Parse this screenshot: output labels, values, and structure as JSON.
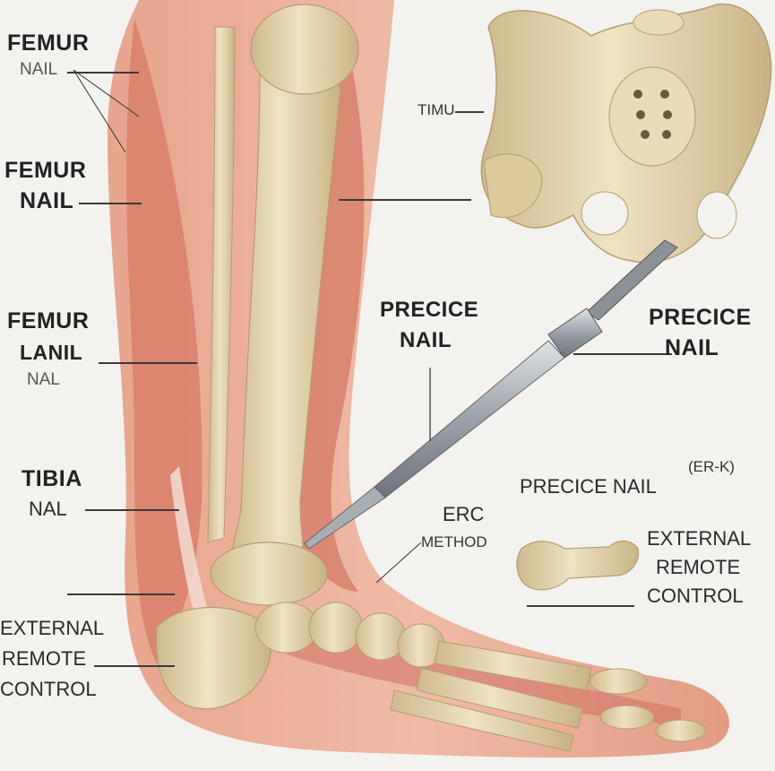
{
  "labels": {
    "femur_nail_1": {
      "line1": "FEMUR",
      "line2": "NAIL"
    },
    "femur_nail_2": {
      "line1": "FEMUR",
      "line2": "NAIL"
    },
    "femur_lanil": {
      "line1": "FEMUR",
      "line2": "LANIL",
      "line3": "NAL"
    },
    "tibia_nal": {
      "line1": "TIBIA",
      "line2": "NAL"
    },
    "external_left": {
      "line1": "EXTERNAL",
      "line2": "REMOTE",
      "line3": "CONTROL"
    },
    "timu": "TIMU",
    "precice_left": {
      "line1": "PRECICE",
      "line2": "NAIL"
    },
    "precice_right": {
      "line1": "PRECICE",
      "line2": "NAIL"
    },
    "precice_erk": {
      "text": "PRECICE NAIL",
      "suffix": "(ER-K)"
    },
    "erc_method": {
      "line1": "ERC",
      "line2": "METHOD"
    },
    "external_right": {
      "line1": "EXTERNAL",
      "line2": "REMOTE",
      "line3": "CONTROL"
    }
  },
  "colors": {
    "background": "#f4f2ee",
    "skin": "#e9a88f",
    "muscle": "#d9806c",
    "bone": "#e6d6ae",
    "bone_shadow": "#c4ad80",
    "metal": "#9aa1a8"
  }
}
